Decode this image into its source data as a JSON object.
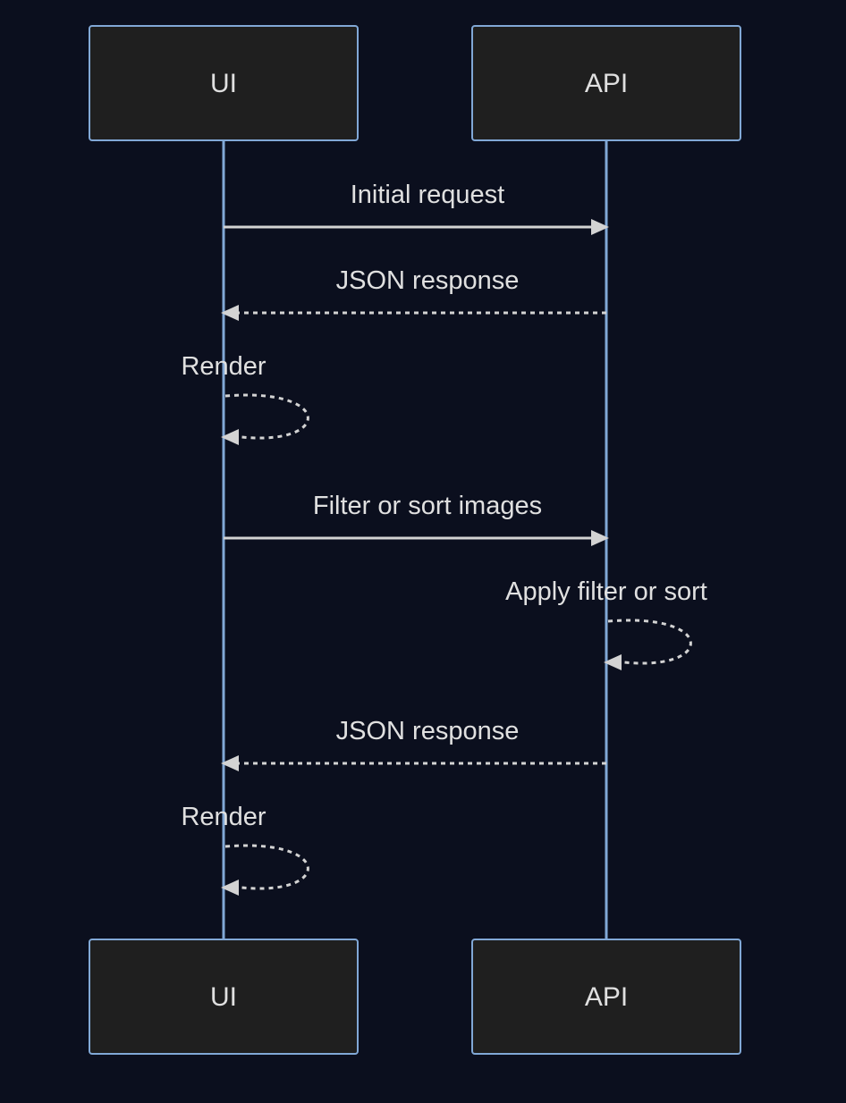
{
  "participants": [
    {
      "id": "ui",
      "label": "UI"
    },
    {
      "id": "api",
      "label": "API"
    }
  ],
  "messages": [
    {
      "from": "ui",
      "to": "api",
      "label": "Initial request",
      "style": "solid"
    },
    {
      "from": "api",
      "to": "ui",
      "label": "JSON response",
      "style": "dashed"
    },
    {
      "from": "ui",
      "to": "ui",
      "label": "Render",
      "style": "dashed"
    },
    {
      "from": "ui",
      "to": "api",
      "label": "Filter or sort images",
      "style": "solid"
    },
    {
      "from": "api",
      "to": "api",
      "label": "Apply filter or sort",
      "style": "dashed"
    },
    {
      "from": "api",
      "to": "ui",
      "label": "JSON response",
      "style": "dashed"
    },
    {
      "from": "ui",
      "to": "ui",
      "label": "Render",
      "style": "dashed"
    }
  ],
  "colors": {
    "background": "#0b0f1e",
    "actor_fill": "#1f1f1f",
    "actor_stroke": "#81a8d6",
    "lifeline": "#81a8d6",
    "message_line": "#d3d3d3",
    "text": "#e0e0e0"
  }
}
